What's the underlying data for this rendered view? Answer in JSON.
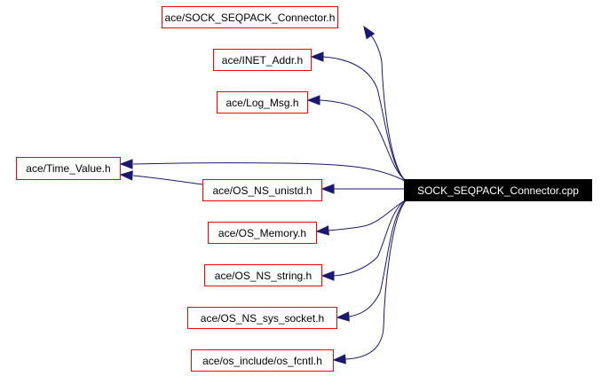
{
  "graph": {
    "root": {
      "label": "SOCK_SEQPACK_Connector.cpp"
    },
    "nodes": [
      {
        "label": "ace/SOCK_SEQPACK_Connector.h"
      },
      {
        "label": "ace/INET_Addr.h"
      },
      {
        "label": "ace/Log_Msg.h"
      },
      {
        "label": "ace/Time_Value.h"
      },
      {
        "label": "ace/OS_NS_unistd.h"
      },
      {
        "label": "ace/OS_Memory.h"
      },
      {
        "label": "ace/OS_NS_string.h"
      },
      {
        "label": "ace/OS_NS_sys_socket.h"
      },
      {
        "label": "ace/os_include/os_fcntl.h"
      }
    ],
    "edges": [
      {
        "from": "SOCK_SEQPACK_Connector.cpp",
        "to": "ace/SOCK_SEQPACK_Connector.h"
      },
      {
        "from": "SOCK_SEQPACK_Connector.cpp",
        "to": "ace/INET_Addr.h"
      },
      {
        "from": "SOCK_SEQPACK_Connector.cpp",
        "to": "ace/Log_Msg.h"
      },
      {
        "from": "SOCK_SEQPACK_Connector.cpp",
        "to": "ace/Time_Value.h"
      },
      {
        "from": "SOCK_SEQPACK_Connector.cpp",
        "to": "ace/OS_NS_unistd.h"
      },
      {
        "from": "ace/OS_NS_unistd.h",
        "to": "ace/Time_Value.h"
      },
      {
        "from": "SOCK_SEQPACK_Connector.cpp",
        "to": "ace/OS_Memory.h"
      },
      {
        "from": "SOCK_SEQPACK_Connector.cpp",
        "to": "ace/OS_NS_string.h"
      },
      {
        "from": "SOCK_SEQPACK_Connector.cpp",
        "to": "ace/OS_NS_sys_socket.h"
      },
      {
        "from": "SOCK_SEQPACK_Connector.cpp",
        "to": "ace/os_include/os_fcntl.h"
      }
    ],
    "colors": {
      "edge": "#191970",
      "node_border": "#ff0000",
      "root_fill": "#000000",
      "root_text": "#ffffff"
    }
  }
}
